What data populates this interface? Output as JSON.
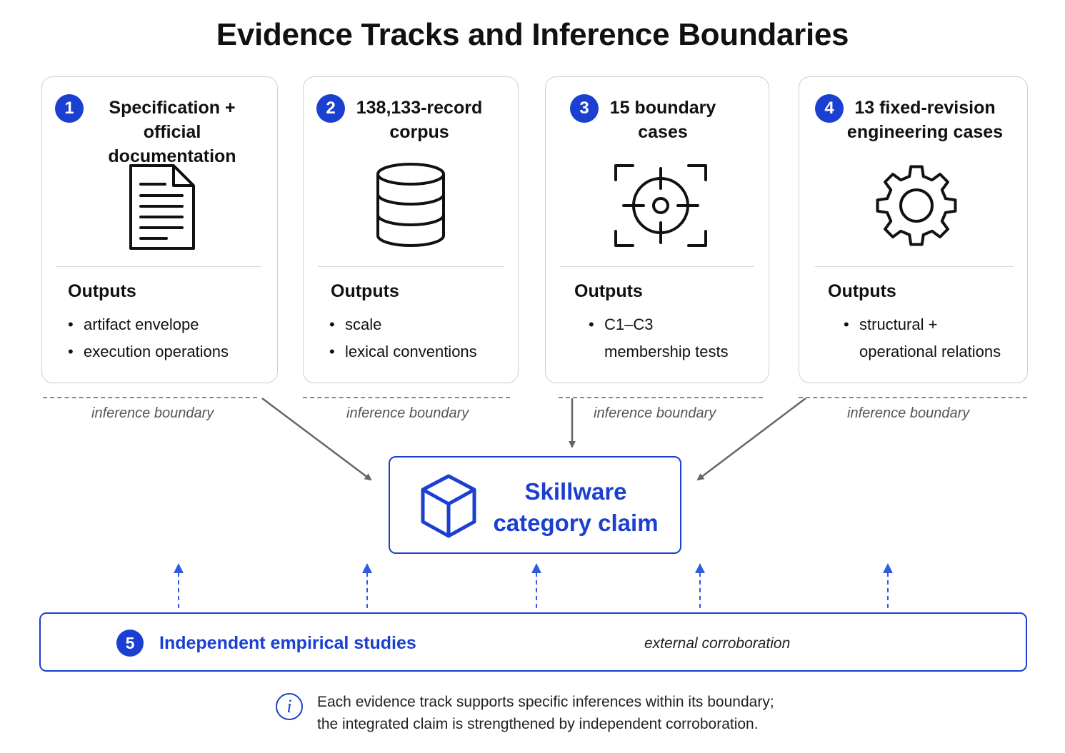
{
  "title": "Evidence Tracks and Inference Boundaries",
  "tracks": [
    {
      "number": "1",
      "title": "Specification +\nofficial documentation",
      "icon": "document-icon",
      "outputs_label": "Outputs",
      "outputs": [
        "artifact envelope",
        "execution operations"
      ]
    },
    {
      "number": "2",
      "title": "138,133-record\ncorpus",
      "icon": "database-icon",
      "outputs_label": "Outputs",
      "outputs": [
        "scale",
        "lexical conventions"
      ]
    },
    {
      "number": "3",
      "title": "15 boundary\ncases",
      "icon": "target-icon",
      "outputs_label": "Outputs",
      "outputs": [
        "C1–C3\nmembership tests"
      ]
    },
    {
      "number": "4",
      "title": "13 fixed-revision\nengineering cases",
      "icon": "gear-icon",
      "outputs_label": "Outputs",
      "outputs": [
        "structural +\noperational relations"
      ]
    }
  ],
  "inference_boundary_label": "inference boundary",
  "claim": {
    "label": "Skillware\ncategory claim",
    "icon": "cube-icon"
  },
  "studies": {
    "number": "5",
    "label": "Independent empirical studies",
    "corroboration": "external corroboration"
  },
  "note": {
    "icon": "info-icon",
    "text": "Each evidence track supports specific inferences within its boundary;\nthe integrated claim is strengthened by independent corroboration."
  },
  "colors": {
    "accent": "#1a3fd1",
    "border": "#cfcfcf",
    "arrow": "#666666"
  }
}
